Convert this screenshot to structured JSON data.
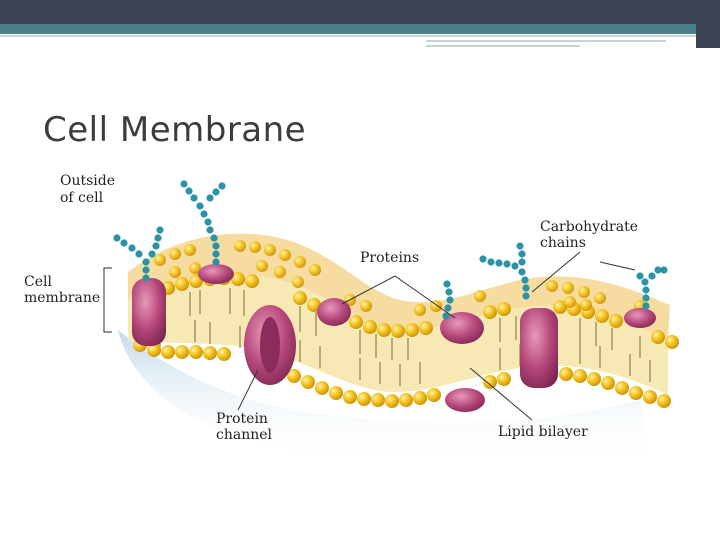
{
  "slide": {
    "title": "Cell Membrane"
  },
  "labels": {
    "outside_line1": "Outside",
    "outside_line2": "of cell",
    "carb_line1": "Carbohydrate",
    "carb_line2": "chains",
    "proteins": "Proteins",
    "membrane_line1": "Cell",
    "membrane_line2": "membrane",
    "channel_line1": "Protein",
    "channel_line2": "channel",
    "bilayer": "Lipid bilayer"
  },
  "colors": {
    "header": "#3d4352",
    "accent": "#4a7f8b",
    "lipid_head": "#f4c21e",
    "lipid_core": "#f7e9b4",
    "protein": "#b5477a",
    "carbohydrate": "#2b93a8"
  }
}
